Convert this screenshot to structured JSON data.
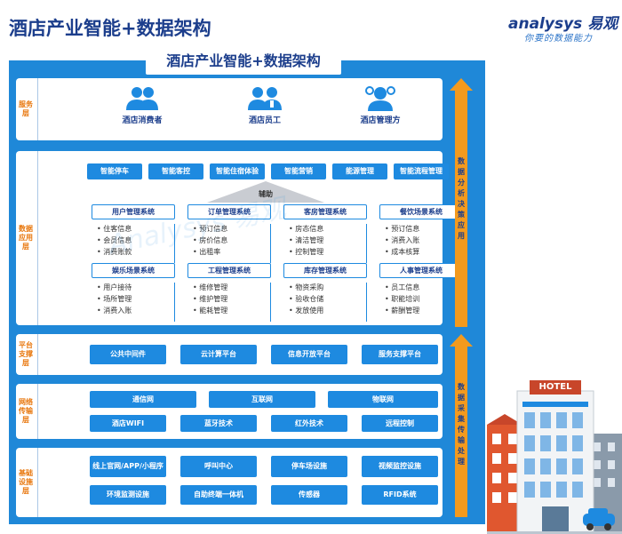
{
  "page_title": "酒店产业智能+数据架构",
  "brand": {
    "name": "analysys 易观",
    "slogan": "你要的数据能力"
  },
  "diagram_title": "酒店产业智能+数据架构",
  "layers": {
    "service": {
      "label": "服务层",
      "roles": [
        "酒店消费者",
        "酒店员工",
        "酒店管理方"
      ]
    },
    "data_app": {
      "label": "数据应用层",
      "smart_modules": [
        "智能停车",
        "智能客控",
        "智能住宿体验",
        "智能营销",
        "能源管理",
        "智能流程管理"
      ],
      "support_label": "辅助",
      "systems": [
        {
          "title": "用户管理系统",
          "items": [
            "住客信息",
            "会员信息",
            "消费账款"
          ]
        },
        {
          "title": "订单管理系统",
          "items": [
            "预订信息",
            "房价信息",
            "出租率"
          ]
        },
        {
          "title": "客房管理系统",
          "items": [
            "房态信息",
            "清洁管理",
            "控制管理"
          ]
        },
        {
          "title": "餐饮场景系统",
          "items": [
            "预订信息",
            "消费入账",
            "成本核算"
          ]
        },
        {
          "title": "娱乐场景系统",
          "items": [
            "用户接待",
            "场所管理",
            "消费入账"
          ]
        },
        {
          "title": "工程管理系统",
          "items": [
            "维修管理",
            "维护管理",
            "能耗管理"
          ]
        },
        {
          "title": "库存管理系统",
          "items": [
            "物资采购",
            "验收仓储",
            "发放使用"
          ]
        },
        {
          "title": "人事管理系统",
          "items": [
            "员工信息",
            "职能培训",
            "薪酬管理"
          ]
        }
      ]
    },
    "platform": {
      "label": "平台支撑层",
      "items": [
        "公共中间件",
        "云计算平台",
        "信息开放平台",
        "服务支撑平台"
      ]
    },
    "network": {
      "label": "网络传输层",
      "row1": [
        "通信网",
        "互联网",
        "物联网"
      ],
      "row2": [
        "酒店WIFI",
        "蓝牙技术",
        "红外技术",
        "远程控制"
      ]
    },
    "infra": {
      "label": "基础设施层",
      "row1": [
        "线上官网/APP/小程序",
        "呼叫中心",
        "停车场设施",
        "视频监控设施"
      ],
      "row2": [
        "环境监测设施",
        "自助终端一体机",
        "传感器",
        "RFID系统"
      ]
    }
  },
  "side_labels": {
    "upper": "数据分析决策应用",
    "lower": "数据采集传输处理"
  },
  "hotel_sign": "HOTEL",
  "watermark": "Analysys 易观",
  "colors": {
    "primary_blue": "#1e8ae0",
    "dark_blue": "#1c3e8c",
    "orange": "#f39a1e",
    "bg_blue": "#1f88d8"
  }
}
